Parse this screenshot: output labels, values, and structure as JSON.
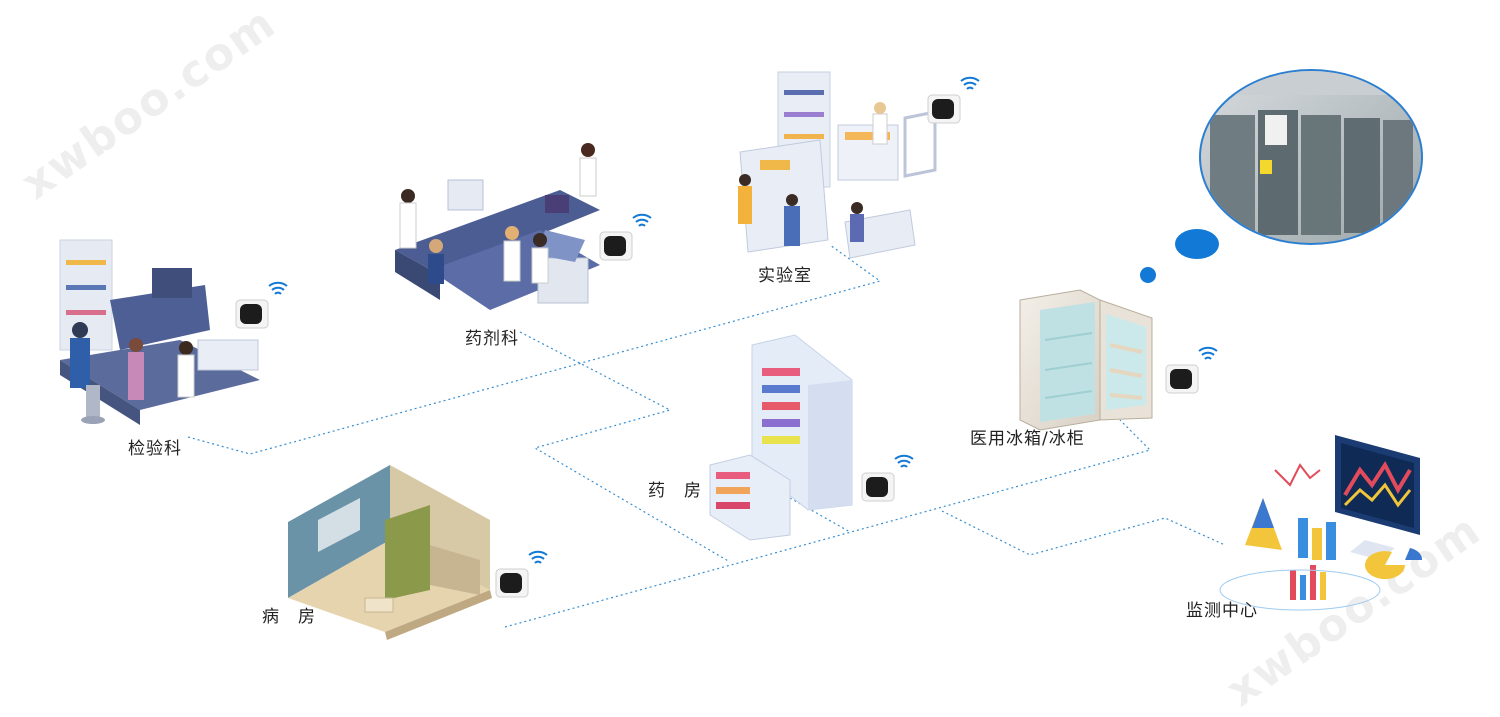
{
  "watermark": "xwboo.com",
  "nodes": {
    "lab_test": "检验科",
    "pharmacy_prep": "药剂科",
    "laboratory": "实验室",
    "pharmacy": "药　房",
    "ward": "病　房",
    "medical_fridge": "医用冰箱/冰柜",
    "monitor_center": "监测中心"
  },
  "colors": {
    "network_line": "#3a8fd0",
    "accent_blue": "#1279d6",
    "sensor_body": "#f4f4f4",
    "sensor_screen": "#1c1c1c"
  }
}
